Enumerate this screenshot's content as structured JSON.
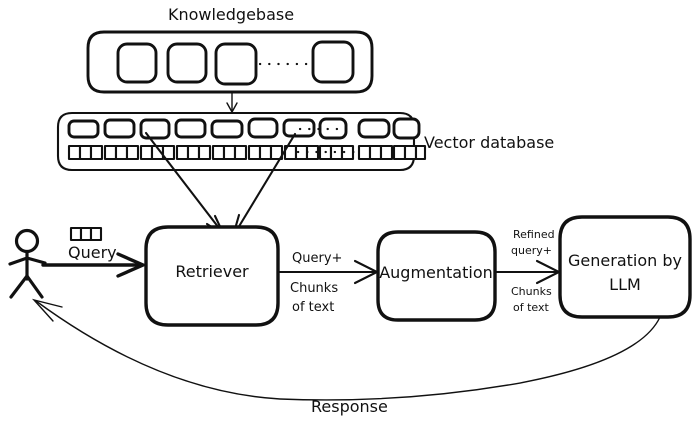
{
  "diagram": {
    "title": "RAG pipeline diagram",
    "background": "#ffffff",
    "ink": "#111111",
    "style": "hand-drawn sketch"
  },
  "labels": {
    "knowledgebase": "Knowledgebase",
    "vector_database": "Vector database",
    "query": "Query",
    "query_plus": "Query+",
    "chunks_of_text": "Chunks",
    "chunks_of_text_2": "of text",
    "refined_query": "Refined",
    "refined_query_2": "query+",
    "chunks_right": "Chunks",
    "chunks_right_2": "of text",
    "response": "Response"
  },
  "nodes": {
    "retriever": "Retriever",
    "augmentation": "Augmentation",
    "generation_line1": "Generation by",
    "generation_line2": "LLM"
  },
  "knowledgebase": {
    "documents": 4,
    "dotted_between": [
      3,
      4
    ]
  },
  "vector_database": {
    "rows": 2,
    "cells_before_break": 8,
    "cells_after_break": 2,
    "sub_cells_per_group": 3
  },
  "icons": {
    "actor": "stick-figure-icon",
    "query_vector": "vector-cells-icon",
    "kb_to_vdb_arrow": "down-arrow-icon"
  }
}
